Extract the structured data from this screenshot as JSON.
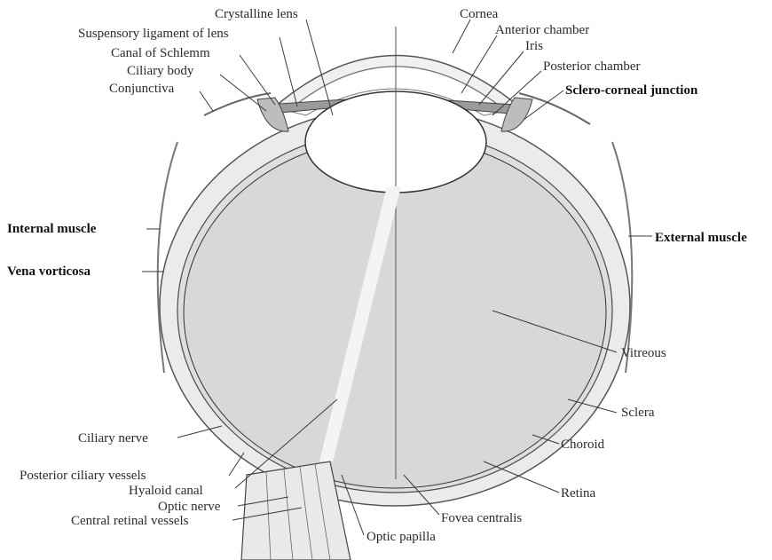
{
  "labels": {
    "crystalline_lens": "Crystalline lens",
    "suspensory_ligament": "Suspensory ligament of lens",
    "canal_of_schlemm": "Canal of Schlemm",
    "ciliary_body": "Ciliary body",
    "conjunctiva": "Conjunctiva",
    "cornea": "Cornea",
    "anterior_chamber": "Anterior chamber",
    "iris": "Iris",
    "posterior_chamber": "Posterior chamber",
    "sclero_corneal_junction": "Sclero-corneal junction",
    "internal_muscle": "Internal muscle",
    "vena_vorticosa": "Vena vorticosa",
    "external_muscle": "External muscle",
    "vitreous": "Vitreous",
    "sclera": "Sclera",
    "choroid": "Choroid",
    "retina": "Retina",
    "ciliary_nerve": "Ciliary nerve",
    "posterior_ciliary_vessels": "Posterior ciliary vessels",
    "hyaloid_canal": "Hyaloid canal",
    "optic_nerve": "Optic nerve",
    "central_retinal_vessels": "Central retinal vessels",
    "fovea_centralis": "Fovea centralis",
    "optic_papilla": "Optic papilla"
  },
  "colors": {
    "vitreous_fill": "#d9d9d9",
    "sclera_fill": "#e6e6e6",
    "lens_fill": "#ffffff",
    "line": "#3a3a3a",
    "text": "#2b2b2b"
  }
}
